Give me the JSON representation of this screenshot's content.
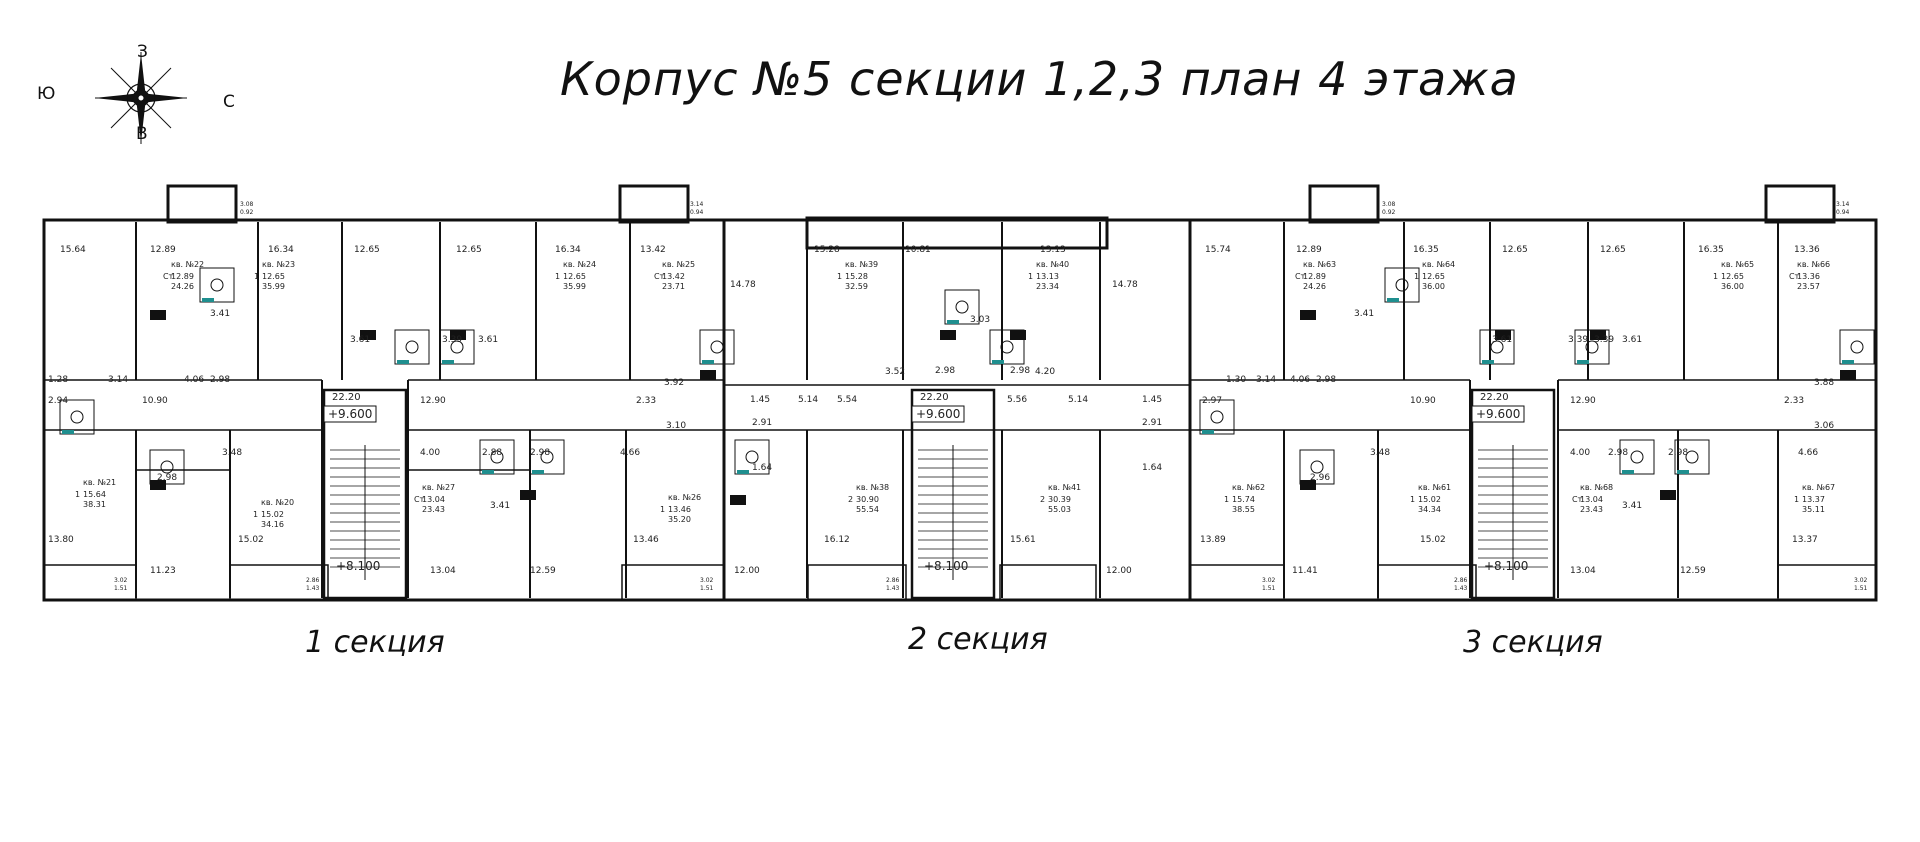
{
  "title": "Корпус №5 секции 1,2,3  план 4 этажа",
  "compass": {
    "north": "З",
    "south": "В",
    "west": "Ю",
    "east": "С"
  },
  "sections": [
    {
      "label": "1 секция",
      "level_top": "+9.600",
      "level_bottom": "+8.100",
      "hall_area": "22.20"
    },
    {
      "label": "2 секция",
      "level_top": "+9.600",
      "level_bottom": "+8.100",
      "hall_area": "22.20"
    },
    {
      "label": "3 секция",
      "level_top": "+9.600",
      "level_bottom": "+8.100",
      "hall_area": "22.20"
    }
  ],
  "apartments": [
    {
      "no": "кв. №22",
      "rooms": "Ст",
      "living": "12.89",
      "total": "24.26"
    },
    {
      "no": "кв. №23",
      "rooms": "1",
      "living": "12.65",
      "total": "35.99"
    },
    {
      "no": "кв. №24",
      "rooms": "1",
      "living": "12.65",
      "total": "35.99"
    },
    {
      "no": "кв. №25",
      "rooms": "Ст",
      "living": "13.42",
      "total": "23.71"
    },
    {
      "no": "кв. №21",
      "rooms": "1",
      "living": "15.64",
      "total": "38.31"
    },
    {
      "no": "кв. №20",
      "rooms": "1",
      "living": "15.02",
      "total": "34.16"
    },
    {
      "no": "кв. №27",
      "rooms": "Ст",
      "living": "13.04",
      "total": "23.43"
    },
    {
      "no": "кв. №26",
      "rooms": "1",
      "living": "13.46",
      "total": "35.20"
    },
    {
      "no": "кв. №39",
      "rooms": "1",
      "living": "15.28",
      "total": "32.59"
    },
    {
      "no": "кв. №40",
      "rooms": "1",
      "living": "13.13",
      "total": "23.34"
    },
    {
      "no": "кв. №38",
      "rooms": "2",
      "living": "30.90",
      "total": "55.54"
    },
    {
      "no": "кв. №41",
      "rooms": "2",
      "living": "30.39",
      "total": "55.03"
    },
    {
      "no": "кв. №63",
      "rooms": "Ст",
      "living": "12.89",
      "total": "24.26"
    },
    {
      "no": "кв. №64",
      "rooms": "1",
      "living": "12.65",
      "total": "36.00"
    },
    {
      "no": "кв. №65",
      "rooms": "1",
      "living": "12.65",
      "total": "36.00"
    },
    {
      "no": "кв. №66",
      "rooms": "Ст",
      "living": "13.36",
      "total": "23.57"
    },
    {
      "no": "кв. №62",
      "rooms": "1",
      "living": "15.74",
      "total": "38.55"
    },
    {
      "no": "кв. №61",
      "rooms": "1",
      "living": "15.02",
      "total": "34.34"
    },
    {
      "no": "кв. №68",
      "rooms": "Ст",
      "living": "13.04",
      "total": "23.43"
    },
    {
      "no": "кв. №67",
      "rooms": "1",
      "living": "13.37",
      "total": "35.11"
    }
  ],
  "room_areas": [
    "15.64",
    "12.89",
    "16.34",
    "12.65",
    "12.65",
    "16.34",
    "13.42",
    "3.41",
    "3.61",
    "3.39",
    "3.61",
    "1.28",
    "3.14",
    "4.06",
    "2.98",
    "3.92",
    "2.94",
    "10.90",
    "12.90",
    "2.33",
    "3.10",
    "3.48",
    "2.98",
    "4.00",
    "2.88",
    "2.98",
    "4.66",
    "3.41",
    "13.80",
    "11.23",
    "15.02",
    "13.04",
    "12.59",
    "13.46",
    "15.28",
    "10.81",
    "13.13",
    "14.78",
    "14.78",
    "3.03",
    "2.98",
    "2.98",
    "3.52",
    "4.20",
    "1.45",
    "5.14",
    "5.54",
    "5.56",
    "5.14",
    "1.45",
    "2.91",
    "2.91",
    "1.64",
    "1.64",
    "16.12",
    "15.61",
    "12.00",
    "12.00",
    "15.74",
    "12.89",
    "16.35",
    "12.65",
    "12.65",
    "16.35",
    "13.36",
    "3.41",
    "3.61",
    "3.39",
    "3.39",
    "3.61",
    "1.30",
    "3.14",
    "4.06",
    "2.98",
    "3.88",
    "2.97",
    "10.90",
    "12.90",
    "2.33",
    "3.06",
    "3.48",
    "2.98",
    "2.98",
    "4.00",
    "2.96",
    "4.66",
    "3.41",
    "13.89",
    "11.41",
    "15.02",
    "13.04",
    "12.59",
    "13.37"
  ],
  "balcony_areas": [
    "3.08",
    "0.92",
    "3.14",
    "0.94",
    "3.02",
    "1.51",
    "2.86",
    "1.43",
    "3.02",
    "1.51",
    "2.86",
    "1.43",
    "3.08",
    "0.92",
    "3.14",
    "0.94",
    "3.02",
    "1.51",
    "2.86",
    "1.43",
    "3.02",
    "1.51"
  ],
  "colors": {
    "ink": "#111111",
    "accent": "#1f8f8f"
  }
}
